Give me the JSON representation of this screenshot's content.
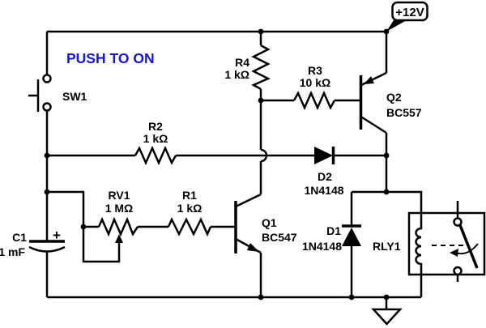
{
  "note": {
    "text": "PUSH TO ON"
  },
  "power_rail": {
    "label": "+12V"
  },
  "components": {
    "sw1": {
      "ref": "SW1"
    },
    "r1": {
      "ref": "R1",
      "value": "1 kΩ"
    },
    "r2": {
      "ref": "R2",
      "value": "1 kΩ"
    },
    "r3": {
      "ref": "R3",
      "value": "10 kΩ"
    },
    "r4": {
      "ref": "R4",
      "value": "1 kΩ"
    },
    "rv1": {
      "ref": "RV1",
      "value": "1 MΩ"
    },
    "c1": {
      "ref": "C1",
      "value": "1 mF",
      "polarity_mark": "+"
    },
    "q1": {
      "ref": "Q1",
      "part": "BC547"
    },
    "q2": {
      "ref": "Q2",
      "part": "BC557"
    },
    "d1": {
      "ref": "D1",
      "part": "1N4148"
    },
    "d2": {
      "ref": "D2",
      "part": "1N4148"
    },
    "rly1": {
      "ref": "RLY1"
    }
  },
  "colors": {
    "wire": "#000000",
    "note_text": "#1414DC",
    "background": "#FFFFFF"
  }
}
